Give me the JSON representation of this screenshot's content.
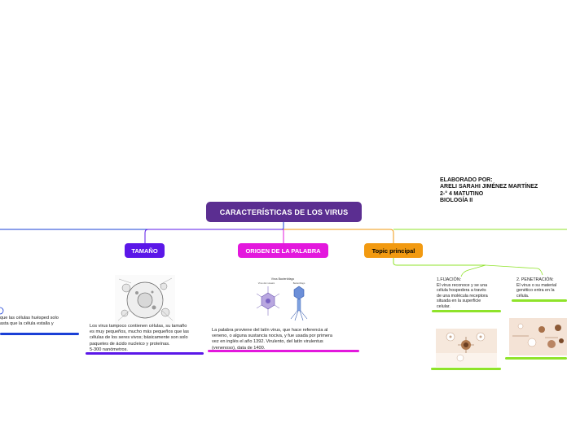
{
  "colors": {
    "root": "#5b2e91",
    "tamano": "#5b17e8",
    "origen": "#e318dd",
    "topic": "#f29a11",
    "green": "#8fe32a",
    "left_blue": "#1a3fd6"
  },
  "root": {
    "label": "CARACTERÍSTICAS DE LOS VIRUS"
  },
  "author": {
    "line1": "ELABORADO POR:",
    "line2": "ARELI SARAHI JIMÉNEZ MARTÍNEZ",
    "line3": "2-° 4 MATUTINO",
    "line4": "BIOLOGÍA II"
  },
  "topics": {
    "tamano": {
      "label": "TAMAÑO",
      "text": [
        "Los virus tampoco contienen células, su tamaño",
        "es muy pequeños, mucho más pequeños que las",
        "células de los seres vivos; básicamente son solo",
        "paquetes de ácido nucleico y proteínas.",
        "5-300 nanómetros."
      ]
    },
    "origen": {
      "label": "ORIGEN DE LA PALABRA",
      "text": [
        "La palabra proviene del latín virus, que hace referencia al",
        "veneno, o alguna sustancia nociva, y fue usada por primera",
        "vez en inglés el año 1392.  Virulento, del latín virulentus",
        "(venenoso), data de 1400."
      ],
      "image_caption": "Virus Bacteriófago",
      "image_labels": [
        "Virus del mosaico",
        "Bacteriófago"
      ]
    },
    "topic": {
      "label": "Topic principal"
    },
    "left_partial": {
      "text": [
        "que las células huésped solo",
        "asta que la célula estalla y"
      ]
    }
  },
  "steps": [
    {
      "text": [
        "1.FIJACIÓN:",
        "El virus reconoce y se una",
        "célula hospedera a través",
        "de una molécula receptora",
        "situada en la superficie",
        "celular."
      ]
    },
    {
      "text": [
        "2. PENETRACIÓN:",
        "El virus o su material",
        "genético entra en la",
        "célula."
      ]
    }
  ],
  "icons": [
    "cell-illustration-icon",
    "virus-diagram-icon",
    "fixation-illustration-icon",
    "penetration-illustration-icon",
    "collapse-toggle-icon"
  ]
}
